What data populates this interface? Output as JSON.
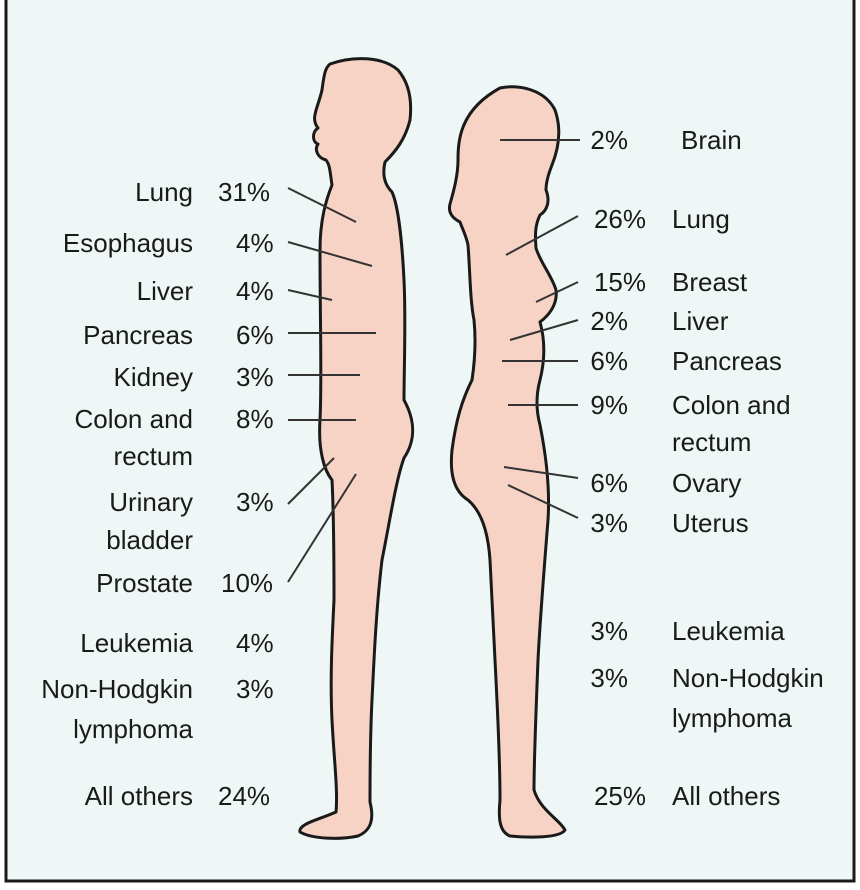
{
  "colors": {
    "background": "#eef6f6",
    "body_fill": "#f7d3c5",
    "outline": "#1a1a1a",
    "leader_line": "#333333"
  },
  "male": {
    "sites": [
      {
        "label": "Lung",
        "pct": "31%"
      },
      {
        "label": "Esophagus",
        "pct": "4%"
      },
      {
        "label": "Liver",
        "pct": "4%"
      },
      {
        "label": "Pancreas",
        "pct": "6%"
      },
      {
        "label": "Kidney",
        "pct": "3%"
      },
      {
        "label_lines": [
          "Colon and",
          "rectum"
        ],
        "pct": "8%"
      },
      {
        "label_lines": [
          "Urinary",
          "bladder"
        ],
        "pct": "3%"
      },
      {
        "label": "Prostate",
        "pct": "10%"
      },
      {
        "label": "Leukemia",
        "pct": "4%"
      },
      {
        "label_lines": [
          "Non-Hodgkin",
          "lymphoma"
        ],
        "pct": "3%"
      },
      {
        "label": "All others",
        "pct": "24%"
      }
    ]
  },
  "female": {
    "sites": [
      {
        "label": "Brain",
        "pct": "2%"
      },
      {
        "label": "Lung",
        "pct": "26%"
      },
      {
        "label": "Breast",
        "pct": "15%"
      },
      {
        "label": "Liver",
        "pct": "2%"
      },
      {
        "label": "Pancreas",
        "pct": "6%"
      },
      {
        "label_lines": [
          "Colon and",
          "rectum"
        ],
        "pct": "9%"
      },
      {
        "label": "Ovary",
        "pct": "6%"
      },
      {
        "label": "Uterus",
        "pct": "3%"
      },
      {
        "label": "Leukemia",
        "pct": "3%"
      },
      {
        "label_lines": [
          "Non-Hodgkin",
          "lymphoma"
        ],
        "pct": "3%"
      },
      {
        "label": "All others",
        "pct": "25%"
      }
    ]
  }
}
